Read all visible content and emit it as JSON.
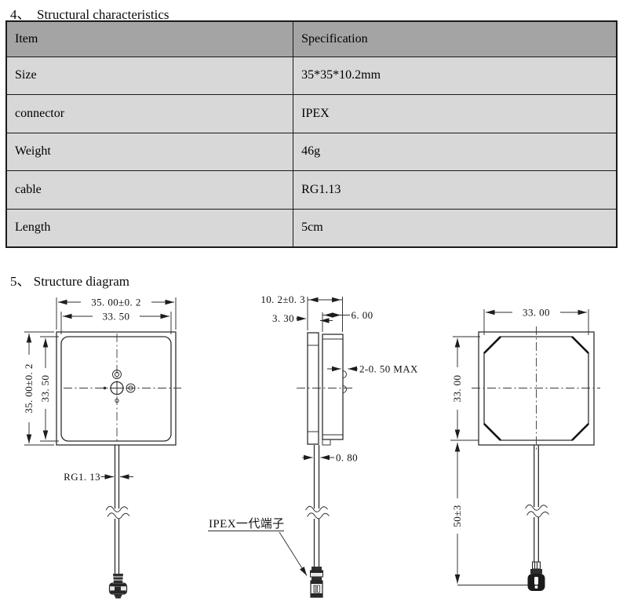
{
  "headings": {
    "section4": "4、  Structural characteristics",
    "section5": "5、 Structure diagram"
  },
  "table": {
    "columns": [
      "Item",
      "Specification"
    ],
    "rows": [
      [
        "Size",
        "35*35*10.2mm"
      ],
      [
        "connector",
        "IPEX"
      ],
      [
        "Weight",
        "46g"
      ],
      [
        "cable",
        "RG1.13"
      ],
      [
        "Length",
        "5cm"
      ]
    ]
  },
  "diagram": {
    "front_view": {
      "dim_width_outer": "35. 00±0. 2",
      "dim_width_inner": "33. 50",
      "dim_height_outer": "35. 00±0. 2",
      "dim_height_inner": "33. 50",
      "cable_label": "RG1. 13"
    },
    "side_view": {
      "dim_total_thickness": "10. 2±0. 3",
      "dim_patch_thickness": "3. 30",
      "dim_top_thickness": "6. 00",
      "dim_solder_bumps": "2-0. 50 MAX",
      "dim_cable_exit": "0. 80",
      "connector_label": "IPEX一代端子"
    },
    "back_view": {
      "dim_width": "33. 00",
      "dim_height": "33. 00",
      "dim_cable_length": "50±3"
    }
  },
  "colors": {
    "table_header_bg": "#a4a4a4",
    "table_row_bg": "#d8d8d8",
    "table_border": "#1a1a1a",
    "drawing_line": "#2e2e2e"
  }
}
